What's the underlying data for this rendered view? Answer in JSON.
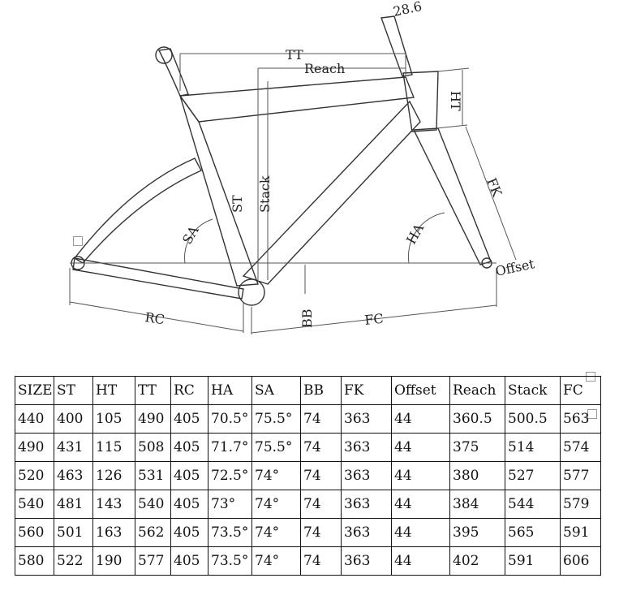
{
  "diagram": {
    "labels": {
      "tt": "TT",
      "reach": "Reach",
      "ht": "HT",
      "fk": "FK",
      "st": "ST",
      "stack": "Stack",
      "sa": "SA",
      "ha": "HA",
      "offset": "Offset",
      "rc": "RC",
      "bb": "BB",
      "fc": "FC",
      "steerer": "28.6"
    }
  },
  "table": {
    "columns": [
      "SIZE",
      "ST",
      "HT",
      "TT",
      "RC",
      "HA",
      "SA",
      "BB",
      "FK",
      "Offset",
      "Reach",
      "Stack",
      "FC"
    ],
    "rows": [
      [
        "440",
        "400",
        "105",
        "490",
        "405",
        "70.5°",
        "75.5°",
        "74",
        "363",
        "44",
        "360.5",
        "500.5",
        "563"
      ],
      [
        "490",
        "431",
        "115",
        "508",
        "405",
        "71.7°",
        "75.5°",
        "74",
        "363",
        "44",
        "375",
        "514",
        "574"
      ],
      [
        "520",
        "463",
        "126",
        "531",
        "405",
        "72.5°",
        "74°",
        "74",
        "363",
        "44",
        "380",
        "527",
        "577"
      ],
      [
        "540",
        "481",
        "143",
        "540",
        "405",
        "73°",
        "74°",
        "74",
        "363",
        "44",
        "384",
        "544",
        "579"
      ],
      [
        "560",
        "501",
        "163",
        "562",
        "405",
        "73.5°",
        "74°",
        "74",
        "363",
        "44",
        "395",
        "565",
        "591"
      ],
      [
        "580",
        "522",
        "190",
        "577",
        "405",
        "73.5°",
        "74°",
        "74",
        "363",
        "44",
        "402",
        "591",
        "606"
      ]
    ]
  }
}
